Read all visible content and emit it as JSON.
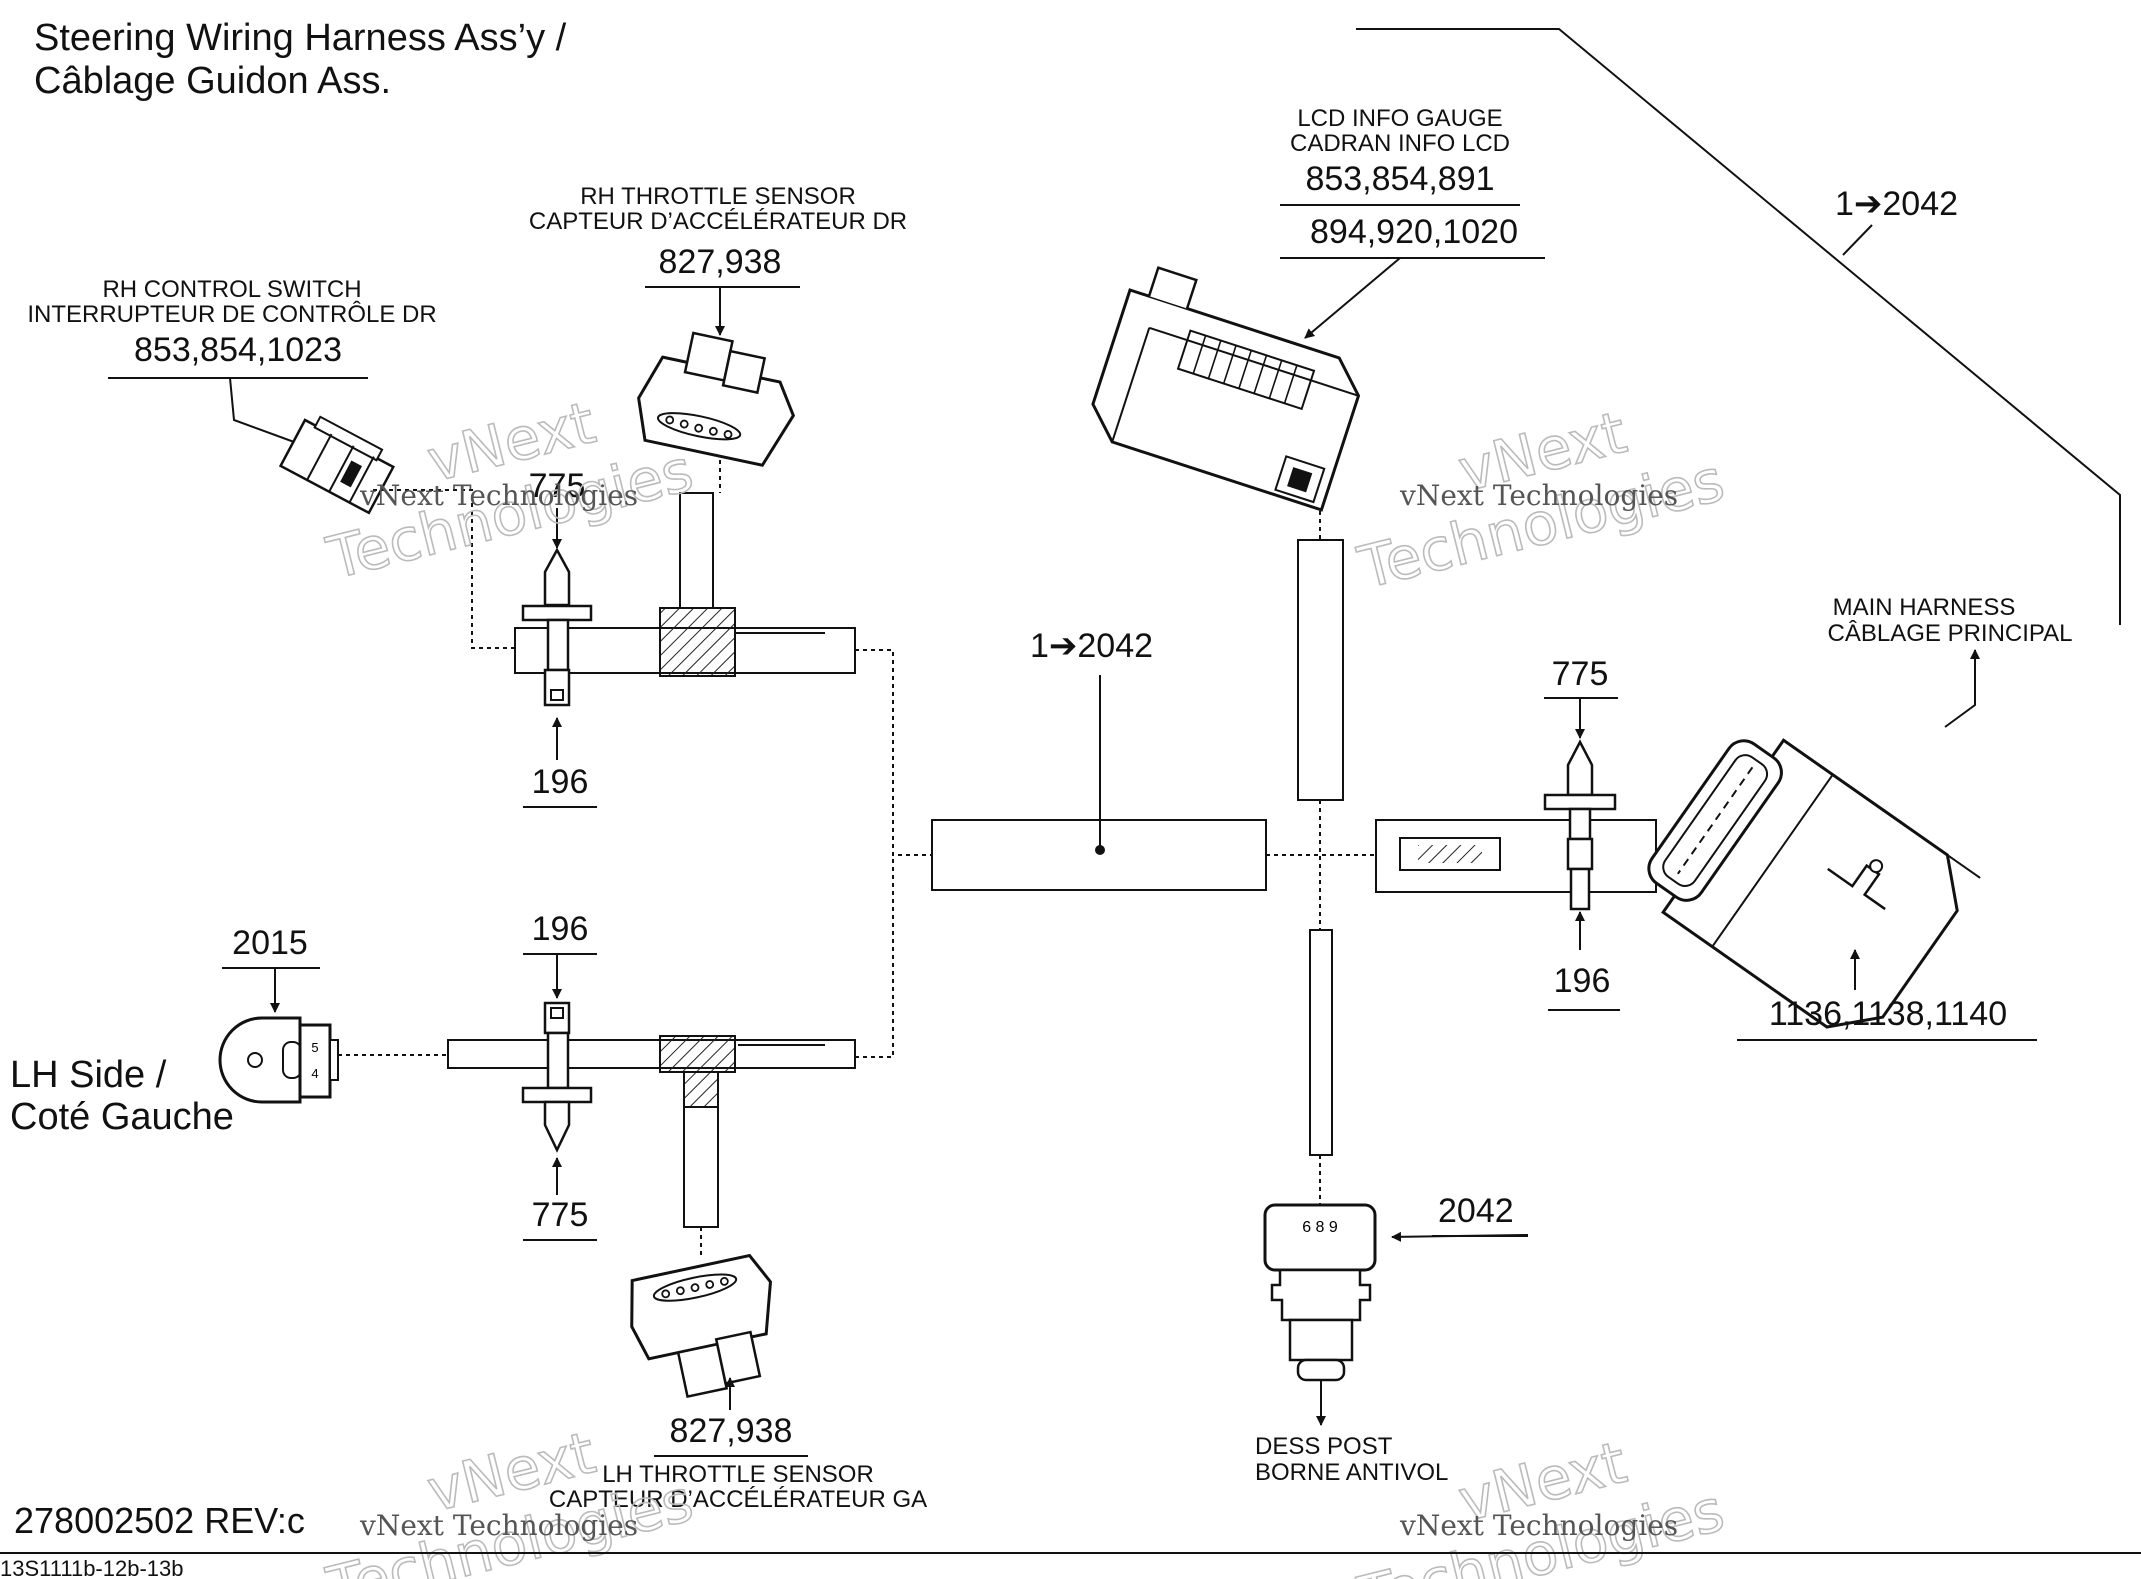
{
  "title": {
    "line1": "Steering Wiring Harness Ass’y /",
    "line2": "Câblage Guidon Ass."
  },
  "callouts": {
    "rh_control_switch": {
      "en": "RH CONTROL SWITCH",
      "fr": "INTERRUPTEUR DE CONTRÔLE DR",
      "numbers": "853,854,1023"
    },
    "rh_throttle_sensor": {
      "en": "RH THROTTLE SENSOR",
      "fr": "CAPTEUR D’ACCÉLÉRATEUR DR",
      "numbers": "827,938"
    },
    "lcd_info_gauge": {
      "en": "LCD INFO GAUGE",
      "fr": "CADRAN INFO LCD",
      "numbers1": "853,854,891",
      "numbers2": "894,920,1020"
    },
    "main_harness": {
      "en": "MAIN HARNESS",
      "fr": "CÂBLAGE PRINCIPAL",
      "numbers": "1136,1138,1140"
    },
    "lh_throttle_sensor": {
      "en": "LH THROTTLE SENSOR",
      "fr": "CAPTEUR D’ACCÉLÉRATEUR GA",
      "numbers": "827,938"
    },
    "dess_post": {
      "en": "DESS POST",
      "fr": "BORNE ANTIVOL"
    },
    "lh_side": {
      "en": "LH Side /",
      "fr": "Coté Gauche"
    }
  },
  "parts": {
    "p775_top": "775",
    "p196_top": "196",
    "p2015": "2015",
    "p196_bottom": "196",
    "p775_bottom": "775",
    "p775_right": "775",
    "p196_right": "196",
    "p2042": "2042",
    "range_top": "1➔2042",
    "range_center": "1➔2042"
  },
  "connector_pins": {
    "lh_side": [
      "5",
      "4"
    ],
    "dess": "6 8 9"
  },
  "footer": {
    "doc_number": "278002502 REV:c",
    "image_code": "13S1111b-12b-13b"
  },
  "watermark": {
    "line1": "vNext",
    "line2": "Technologies",
    "full": "vNext Technologies"
  }
}
